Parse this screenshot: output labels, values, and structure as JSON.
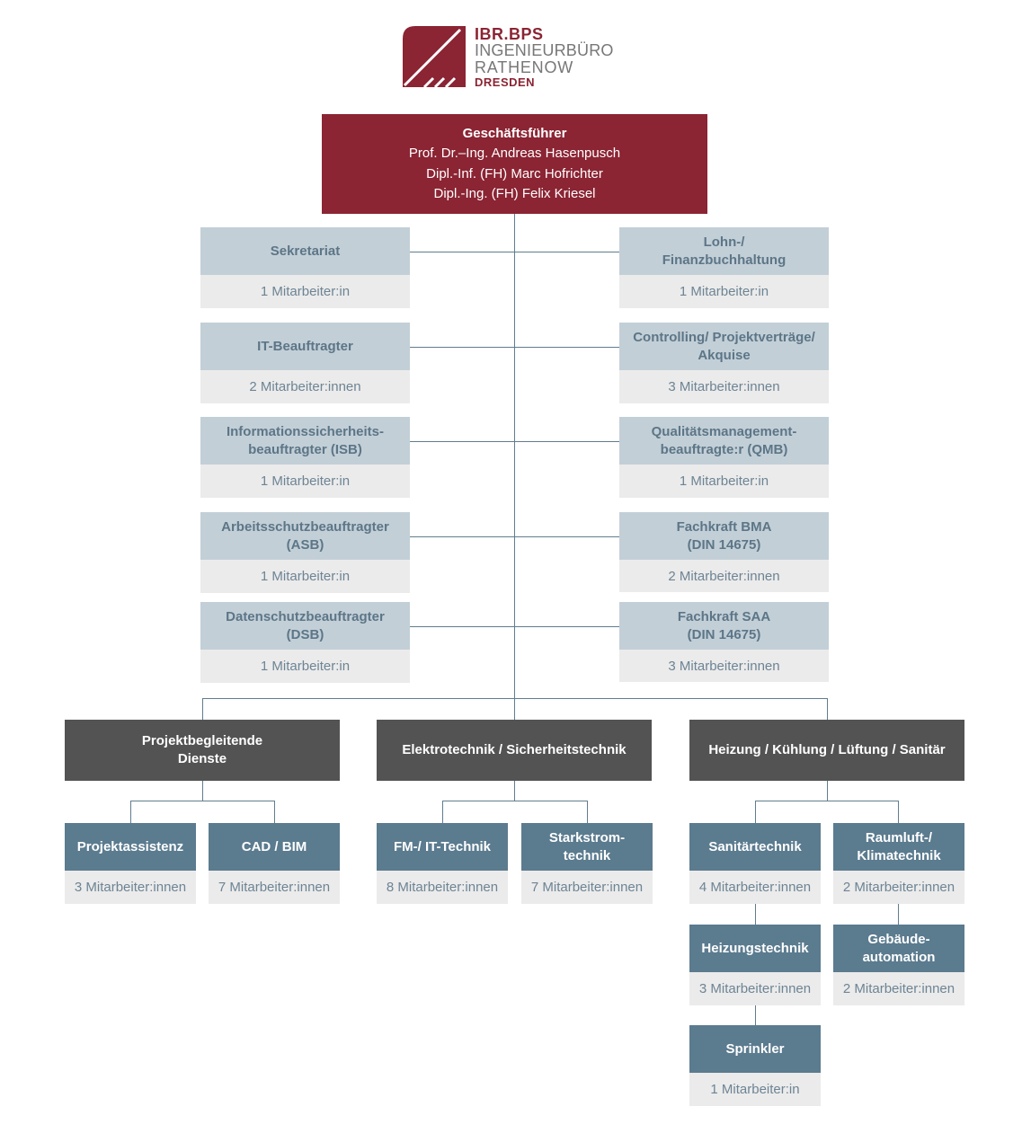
{
  "logo": {
    "line1": "IBR.BPS",
    "line2": "INGENIEURBÜRO",
    "line3": "RATHENOW",
    "line4": "DRESDEN"
  },
  "colors": {
    "brand": "#8b2433",
    "light_header": "#c3cfd7",
    "light_body": "#ebebeb",
    "dark_header": "#535353",
    "mid_header": "#5b7b8f",
    "connector": "#5f7d8d"
  },
  "ceo": {
    "title": "Geschäftsführer",
    "members": [
      "Prof. Dr.–Ing. Andreas Hasenpusch",
      "Dipl.-Inf. (FH) Marc Hofrichter",
      "Dipl.-Ing. (FH) Felix Kriesel"
    ]
  },
  "staff_left": [
    {
      "title": "Sekretariat",
      "count": "1 Mitarbeiter:in"
    },
    {
      "title": "IT-Beauftragter",
      "count": "2 Mitarbeiter:innen"
    },
    {
      "title": "Informationssicherheits-\nbeauftragter (ISB)",
      "count": "1 Mitarbeiter:in"
    },
    {
      "title": "Arbeitsschutzbeauftragter\n(ASB)",
      "count": "1 Mitarbeiter:in"
    },
    {
      "title": "Datenschutzbeauftragter\n(DSB)",
      "count": "1 Mitarbeiter:in"
    }
  ],
  "staff_right": [
    {
      "title": "Lohn-/\nFinanzbuchhaltung",
      "count": "1 Mitarbeiter:in"
    },
    {
      "title": "Controlling/ Projektverträge/\nAkquise",
      "count": "3 Mitarbeiter:innen"
    },
    {
      "title": "Qualitätsmanagement-\nbeauftragte:r (QMB)",
      "count": "1 Mitarbeiter:in"
    },
    {
      "title": "Fachkraft BMA\n(DIN 14675)",
      "count": "2 Mitarbeiter:innen"
    },
    {
      "title": "Fachkraft SAA\n(DIN 14675)",
      "count": "3 Mitarbeiter:innen"
    }
  ],
  "divisions": [
    {
      "title": "Projektbegleitende\nDienste",
      "units": [
        {
          "title": "Projektassistenz",
          "count": "3 Mitarbeiter:innen"
        },
        {
          "title": "CAD / BIM",
          "count": "7 Mitarbeiter:innen"
        }
      ]
    },
    {
      "title": "Elektrotechnik / Sicherheitstechnik",
      "units": [
        {
          "title": "FM-/ IT-Technik",
          "count": "8 Mitarbeiter:innen"
        },
        {
          "title": "Starkstrom-\ntechnik",
          "count": "7 Mitarbeiter:innen"
        }
      ]
    },
    {
      "title": "Heizung / Kühlung / Lüftung / Sanitär",
      "units": [
        {
          "title": "Sanitärtechnik",
          "count": "4 Mitarbeiter:innen"
        },
        {
          "title": "Raumluft-/\nKlimatechnik",
          "count": "2 Mitarbeiter:innen"
        },
        {
          "title": "Heizungstechnik",
          "count": "3 Mitarbeiter:innen"
        },
        {
          "title": "Gebäude-\nautomation",
          "count": "2 Mitarbeiter:innen"
        },
        {
          "title": "Sprinkler",
          "count": "1 Mitarbeiter:in"
        }
      ]
    }
  ]
}
